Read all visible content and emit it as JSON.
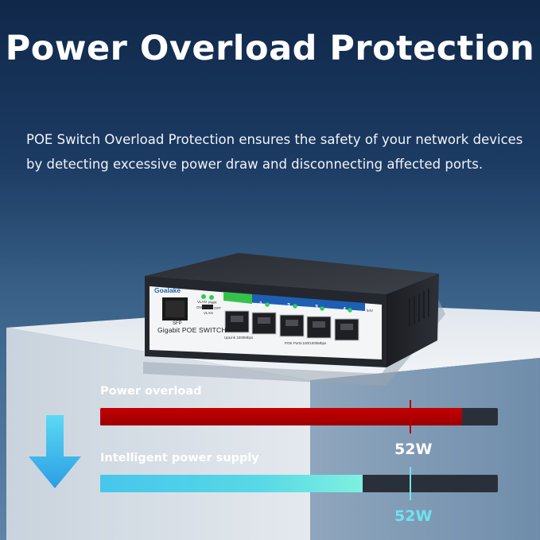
{
  "title": "Power Overload Protection",
  "description": "POE Switch Overload Protection ensures the safety of your network devices by detecting excessive power draw and disconnecting affected ports.",
  "device": {
    "brand": "Goalake",
    "sfp_label": "SFP",
    "model_label": "Gigabit POE SWITCH",
    "vlan_label": "VLAN",
    "pwr_label": "PWR",
    "on_label": "ON",
    "off_label": "OFF",
    "vlan_switch_label": "VLAN",
    "uplink_label": "UpLink 1000Mbps",
    "poe_ports_label": "POE Ports:100/1000Mbps",
    "voltage_label": "54V",
    "port_numbers": [
      "1",
      "2",
      "3",
      "4"
    ]
  },
  "bars": {
    "overload": {
      "label": "Power overload",
      "value": "52W",
      "fill_fraction": 0.91,
      "marker_fraction": 0.78,
      "fill_color": "#b20000",
      "text_color": "#ffffff"
    },
    "intelligent": {
      "label": "Intelligent power supply",
      "value": "52W",
      "fill_fraction": 0.66,
      "marker_fraction": 0.78,
      "fill_color": "#57d8e6",
      "text_color": "#6fe3f0"
    }
  },
  "colors": {
    "background_top": "#10284a",
    "background_bottom": "#5e84a6",
    "arrow": "#3fc6ee"
  },
  "icons": {
    "arrow": "down-arrow-icon"
  }
}
